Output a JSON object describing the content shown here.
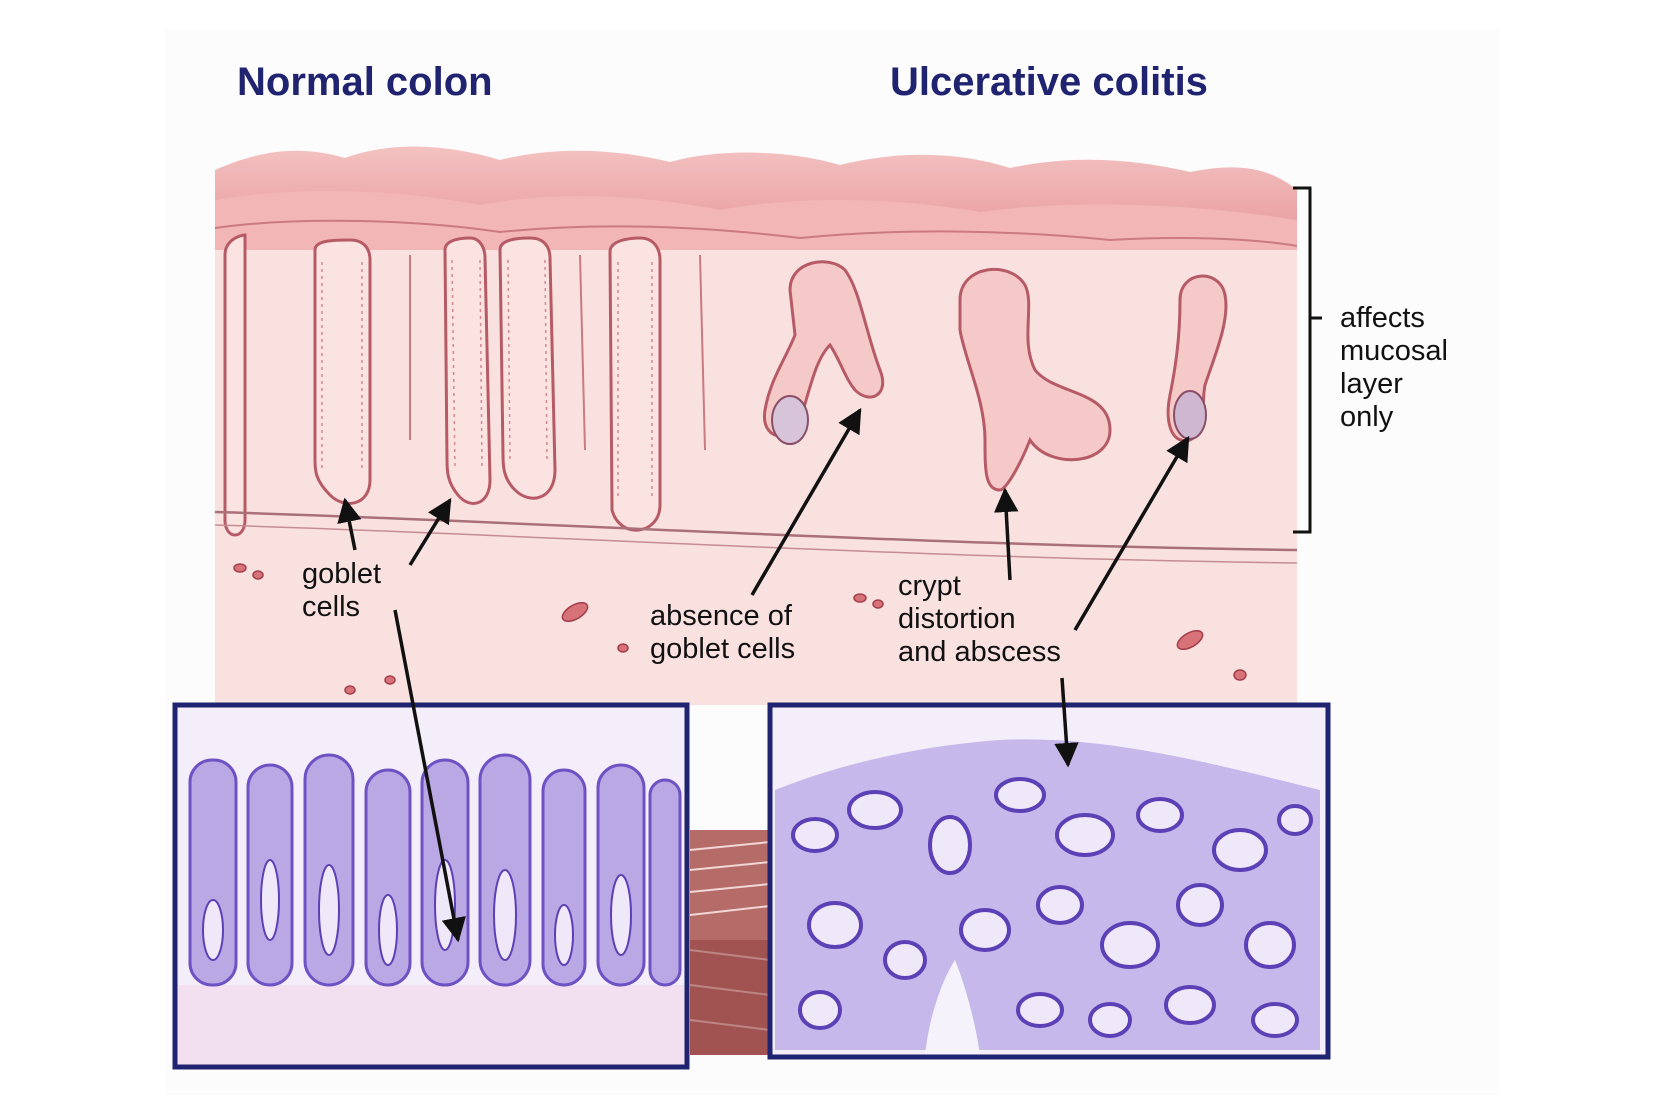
{
  "titles": {
    "normal": "Normal colon",
    "ulcerative": "Ulcerative colitis"
  },
  "labels": {
    "goblet": [
      "goblet",
      "cells"
    ],
    "absence": [
      "absence of",
      "goblet cells"
    ],
    "crypt": [
      "crypt",
      "distortion",
      "and abscess"
    ],
    "affects": [
      "affects",
      "mucosal",
      "layer",
      "only"
    ]
  },
  "colors": {
    "title": "#1f2370",
    "frame": "#1f2370",
    "tissue_light": "#f9e1df",
    "tissue_mid": "#f0b9b7",
    "tissue_dark": "#b75a66",
    "histology_bg": "#f3eef9",
    "histology_stain": "#7a5cc8",
    "muscle": "#9a4a48",
    "arrow": "#111111"
  },
  "icons": {
    "arrow": "arrow-pointer-icon",
    "bracket": "bracket-icon"
  }
}
